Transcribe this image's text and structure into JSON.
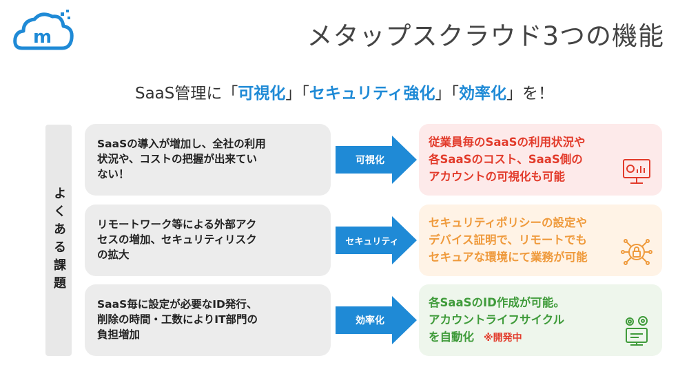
{
  "header": {
    "logo_letter": "m",
    "title": "メタップスクラウド3つの機能"
  },
  "subtitle": {
    "prefix": "SaaS管理に「",
    "h1": "可視化",
    "mid1": "」「",
    "h2": "セキュリティ強化",
    "mid2": "」「",
    "h3": "効率化",
    "suffix": "」を！"
  },
  "side_label": "よくある課題",
  "rows": [
    {
      "problem": [
        "SaaSの導入が増加し、全社の利用",
        "状況や、コストの把握が出来てい",
        "ない！"
      ],
      "arrow_label": "可視化",
      "solution": [
        "従業員毎のSaaSの利用状況や",
        "各SaaSのコスト、SaaS側の",
        "アカウントの可視化も可能"
      ],
      "icon": "dashboard-monitor-icon"
    },
    {
      "problem": [
        "リモートワーク等による外部アク",
        "セスの増加、セキュリティリスク",
        "の拡大"
      ],
      "arrow_label": "セキュリティ",
      "solution": [
        "セキュリティポリシーの設定や",
        "デバイス証明で、リモートでも",
        "セキュアな環境にて業務が可能"
      ],
      "icon": "security-lock-network-icon"
    },
    {
      "problem": [
        "SaaS毎に設定が必要なID発行、",
        "削除の時間・工数によりIT部門の",
        "負担増加"
      ],
      "arrow_label": "効率化",
      "solution": [
        "各SaaSのID作成が可能。",
        "アカウントライフサイクル",
        "を自動化"
      ],
      "dev_note": "※開発中",
      "icon": "automation-gear-icon"
    }
  ],
  "colors": {
    "brand_blue": "#1f8ad6",
    "red": "#e23b2b",
    "orange": "#ef9a3c",
    "green": "#3f9b3a"
  }
}
